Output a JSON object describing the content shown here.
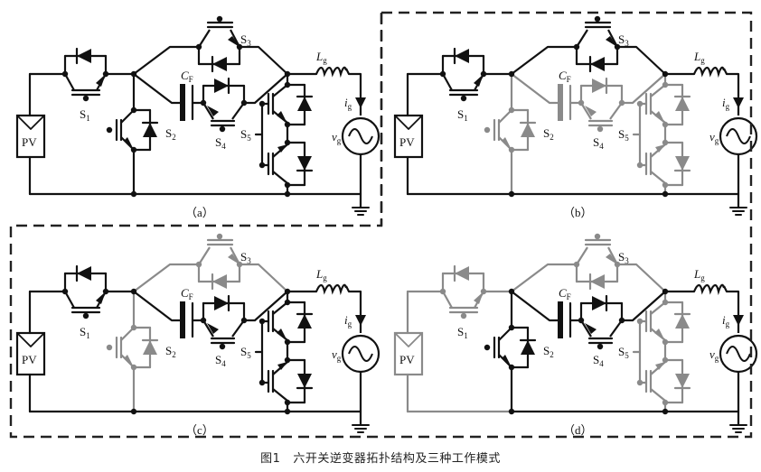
{
  "figure": {
    "caption_number": "图1",
    "caption_text": "六开关逆变器拓扑结构及三种工作模式",
    "colors": {
      "active": "#111111",
      "inactive": "#8a8a8a",
      "dash": "#222222"
    }
  },
  "panels": [
    {
      "id": "a",
      "label": "（a）",
      "boxed": false,
      "active": {
        "pv": true,
        "s1": true,
        "s2": true,
        "s3": true,
        "s4": true,
        "s5": true,
        "cf": true,
        "upper": true,
        "lower": true,
        "left_bottom": true
      }
    },
    {
      "id": "b",
      "label": "（b）",
      "boxed": true,
      "active": {
        "pv": true,
        "s1": true,
        "s2": false,
        "s3": true,
        "s4": false,
        "s5": false,
        "cf": false,
        "upper": true,
        "lower": false,
        "left_bottom": true
      }
    },
    {
      "id": "c",
      "label": "（c）",
      "boxed": true,
      "active": {
        "pv": true,
        "s1": true,
        "s2": false,
        "s3": false,
        "s4": true,
        "s5": true,
        "cf": true,
        "upper": false,
        "lower": true,
        "left_bottom": true
      }
    },
    {
      "id": "d",
      "label": "（d）",
      "boxed": true,
      "active": {
        "pv": false,
        "s1": false,
        "s2": true,
        "s3": false,
        "s4": true,
        "s5": false,
        "cf": true,
        "upper": false,
        "lower": true,
        "left_bottom": false
      }
    }
  ],
  "component_labels": {
    "pv": "PV",
    "s1": "S",
    "s1_sub": "1",
    "s2": "S",
    "s2_sub": "2",
    "s3": "S",
    "s3_sub": "3",
    "s4": "S",
    "s4_sub": "4",
    "s5": "S",
    "s5_sub": "5",
    "cf": "C",
    "cf_sub": "F",
    "lg": "L",
    "lg_sub": "g",
    "ig": "i",
    "ig_sub": "g",
    "vg": "v",
    "vg_sub": "g"
  }
}
